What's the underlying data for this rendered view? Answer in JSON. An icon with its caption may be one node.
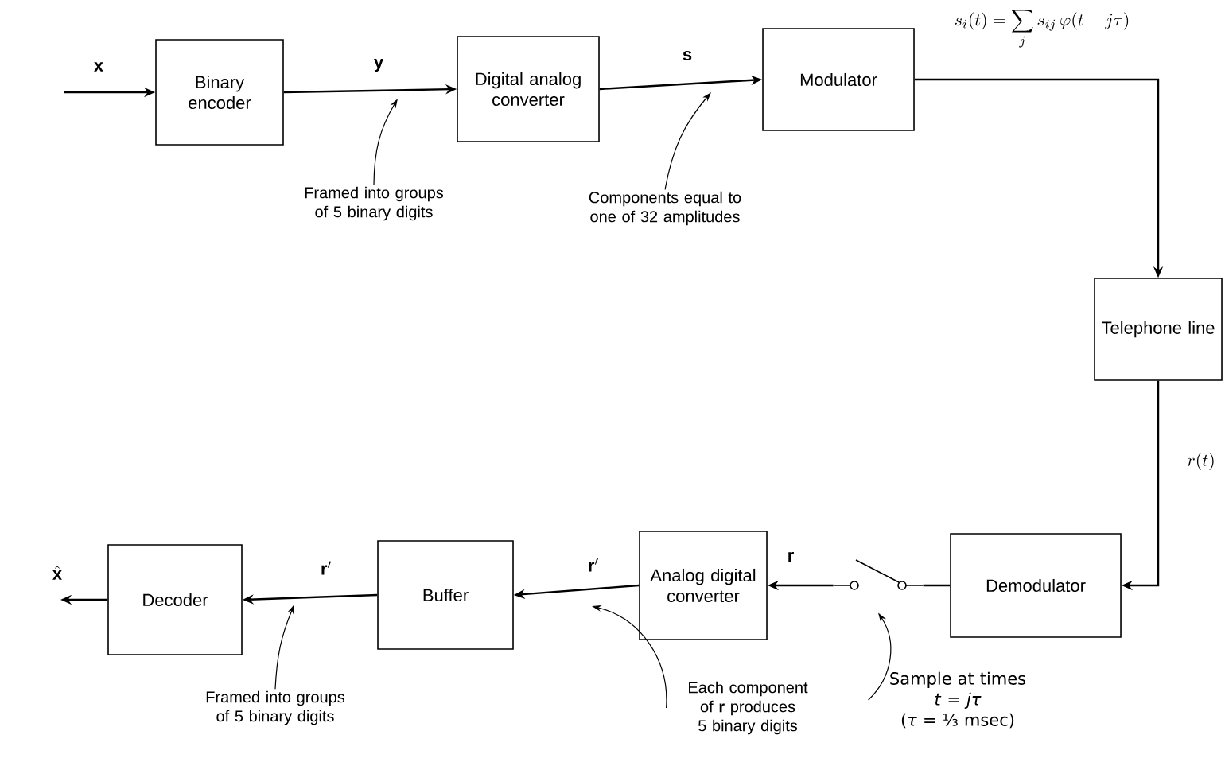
{
  "diagram": {
    "nodes": [
      {
        "text": [
          "Binary encoder"
        ]
      },
      {
        "text": [
          "Digital analog converter"
        ]
      },
      {
        "text": [
          "Modulator"
        ]
      },
      {
        "text": [
          "Telephone line"
        ]
      },
      {
        "text": [
          "Demodulator"
        ]
      },
      {
        "text": [],
        "shape": "switch"
      },
      {
        "text": [
          "Analog digital converter"
        ]
      },
      {
        "text": [
          "Buffer"
        ]
      },
      {
        "text": [
          "Decoder"
        ]
      },
      {
        "text": [
          "Framed into groups of 5 binary digits"
        ]
      },
      {
        "text": [
          "Components equal to one of 32 amplitudes"
        ]
      },
      {
        "text": [
          "Framed into groups of 5 binary digits"
        ]
      },
      {
        "text": [
          "Each component of **r** produces 5 binary digits"
        ]
      },
      {
        "text": [
          "Sample at times",
          "*t* = *jτ*",
          "(*τ* = ⅓ msec)"
        ]
      }
    ],
    "edges": [
      {
        "from": null,
        "to": 0,
        "arrow": "to",
        "label": "\\mathbf{x}"
      },
      {
        "from": 0,
        "to": 1,
        "arrow": "to",
        "label": "\\mathbf{y}"
      },
      {
        "from": 1,
        "to": 2,
        "arrow": "to",
        "label": "\\mathbf{s}"
      },
      {
        "from": 2,
        "to": 3,
        "arrow": "to",
        "label": "s_i(t) = \\sum_j s_{ij}\\,\\varphi(t - j\\tau)"
      },
      {
        "from": 3,
        "to": 4,
        "arrow": "to",
        "label": "r(t)"
      },
      {
        "from": 4,
        "to": 5,
        "arrow": "none"
      },
      {
        "from": 5,
        "to": 6,
        "arrow": "to",
        "label": "\\mathbf{r}"
      },
      {
        "from": 6,
        "to": 7,
        "arrow": "to",
        "label": "\\mathbf{r}'"
      },
      {
        "from": 7,
        "to": 8,
        "arrow": "to",
        "label": "\\mathbf{r}'"
      },
      {
        "from": 8,
        "to": null,
        "arrow": "to",
        "label": "\\hat{\\mathbf{x}}"
      },
      {
        "from": 9,
        "to": null,
        "arrow": "to"
      },
      {
        "from": 10,
        "to": null,
        "arrow": "to"
      },
      {
        "from": 11,
        "to": null,
        "arrow": "to"
      },
      {
        "from": 12,
        "to": null,
        "arrow": "to"
      },
      {
        "from": 13,
        "to": 5,
        "arrow": "to"
      }
    ]
  }
}
